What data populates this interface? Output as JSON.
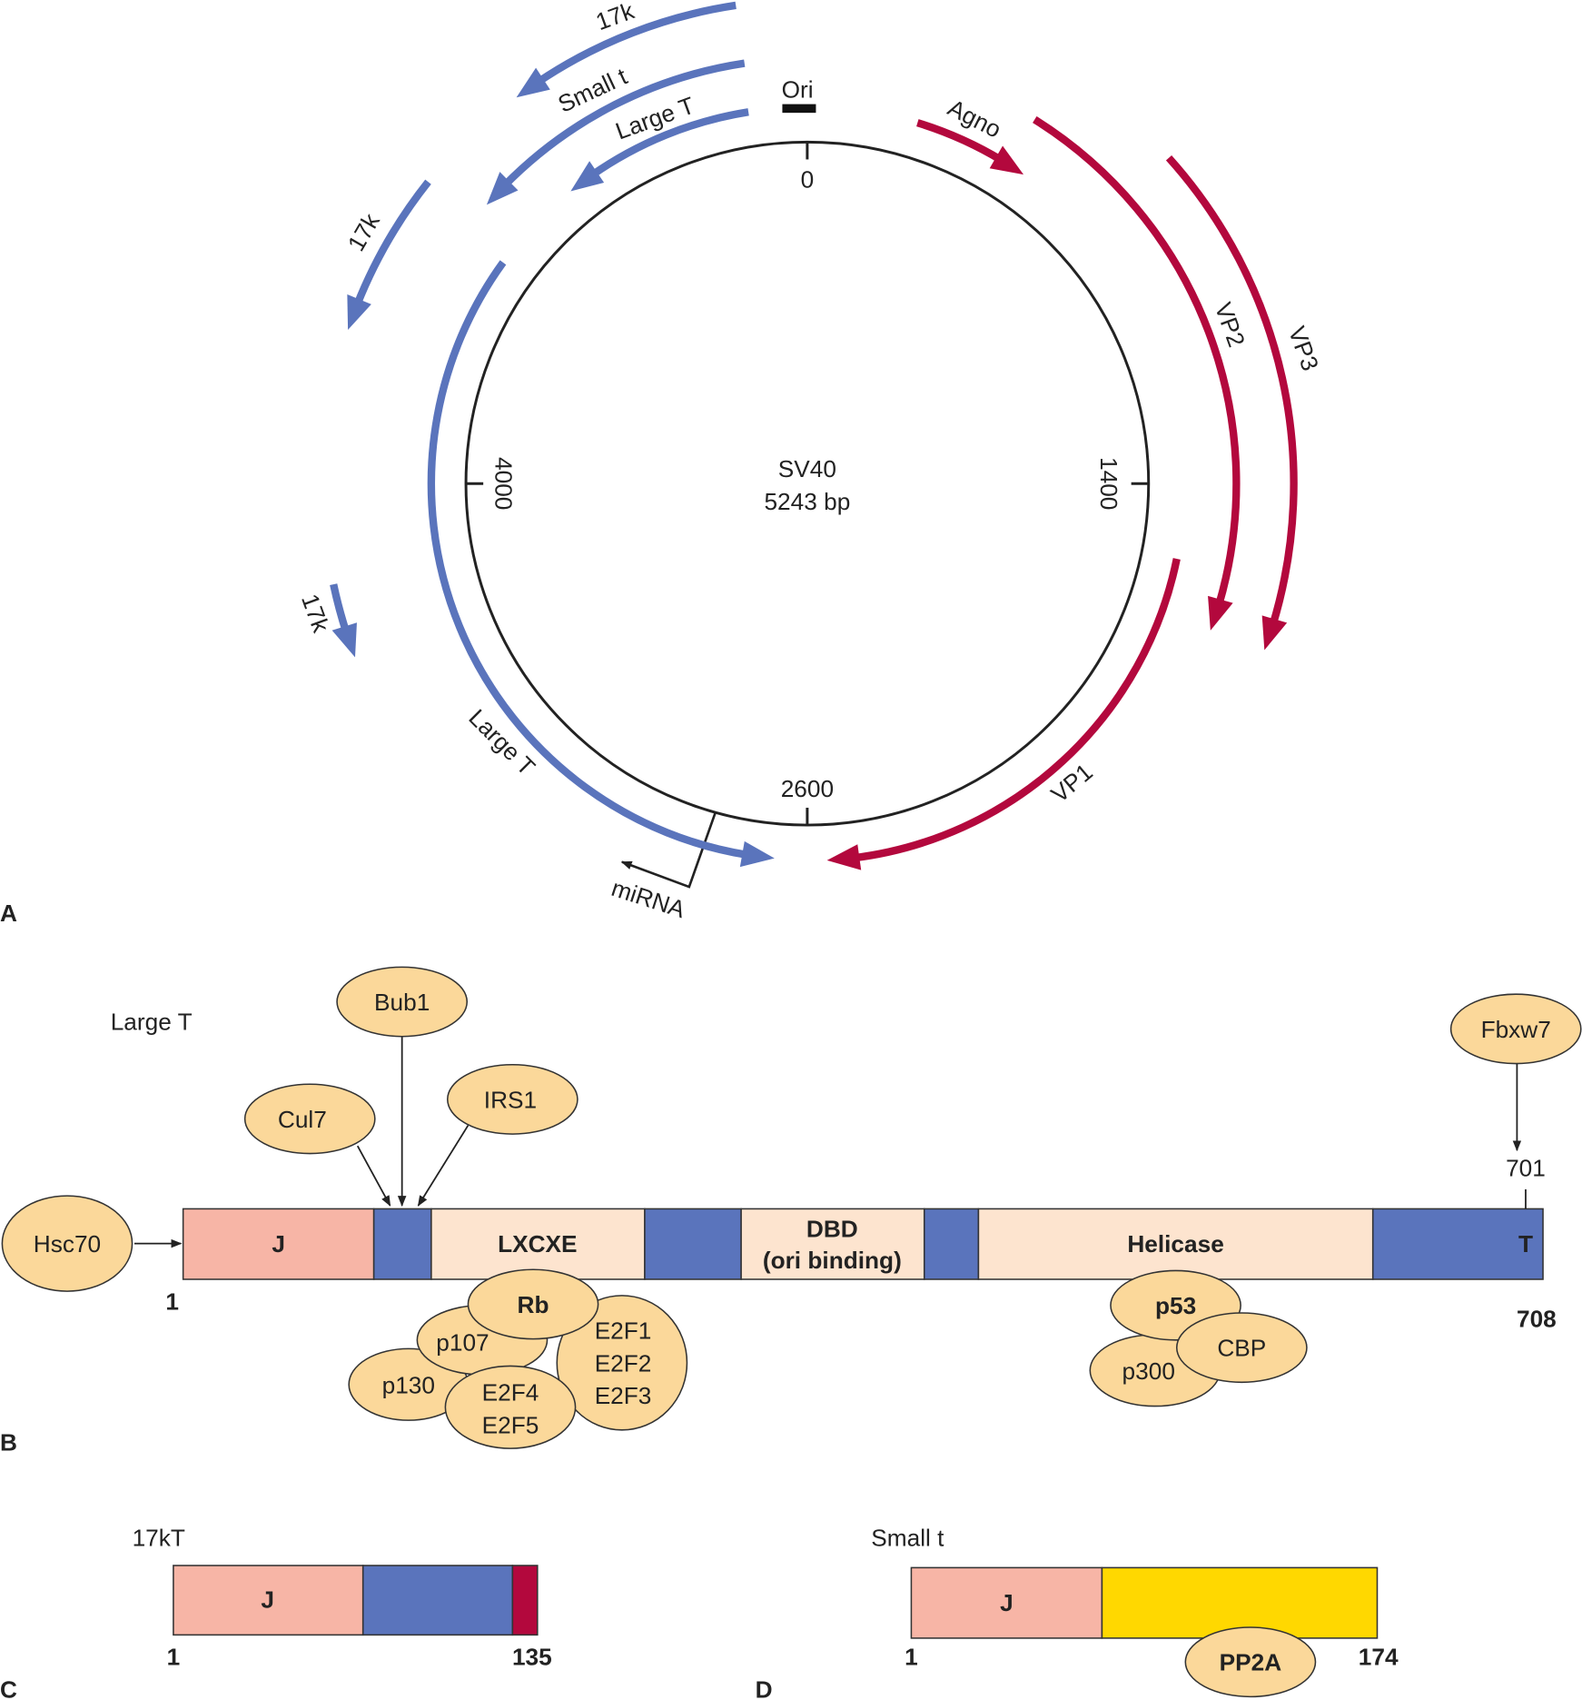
{
  "colors": {
    "blue": "#5a74bc",
    "red": "#b3083d",
    "pink": "#f7b5a6",
    "peach": "#fde4cf",
    "yellow": "#ffd800",
    "protein": "#fbd89a"
  },
  "panel_a": {
    "panel_letter": "A",
    "genome_name": "SV40",
    "genome_size": "5243 bp",
    "ticks": [
      "0",
      "1400",
      "2600",
      "4000"
    ],
    "ori_label": "Ori",
    "mirna_label": "miRNA",
    "late_genes": [
      "Agno",
      "VP2",
      "VP3",
      "VP1"
    ],
    "early_genes": [
      "17k",
      "Small t",
      "Large T",
      "17k",
      "17k",
      "Large T"
    ]
  },
  "panel_b": {
    "panel_letter": "B",
    "title": "Large T",
    "domains": [
      "J",
      "LXCXE",
      "DBD",
      "(ori binding)",
      "Helicase",
      "T"
    ],
    "start": "1",
    "end": "708",
    "site_701": "701",
    "binders_above": [
      "Hsc70",
      "Cul7",
      "Bub1",
      "IRS1",
      "Fbxw7"
    ],
    "binders_below": {
      "rb_group": [
        "p130",
        "p107",
        "E2F1",
        "E2F2",
        "E2F3",
        "E2F4",
        "E2F5",
        "Rb"
      ],
      "p53_group": [
        "p300",
        "p53",
        "CBP"
      ]
    }
  },
  "panel_c": {
    "panel_letter": "C",
    "title": "17kT",
    "domain": "J",
    "start": "1",
    "end": "135"
  },
  "panel_d": {
    "panel_letter": "D",
    "title": "Small t",
    "domain": "J",
    "binder": "PP2A",
    "start": "1",
    "end": "174"
  }
}
